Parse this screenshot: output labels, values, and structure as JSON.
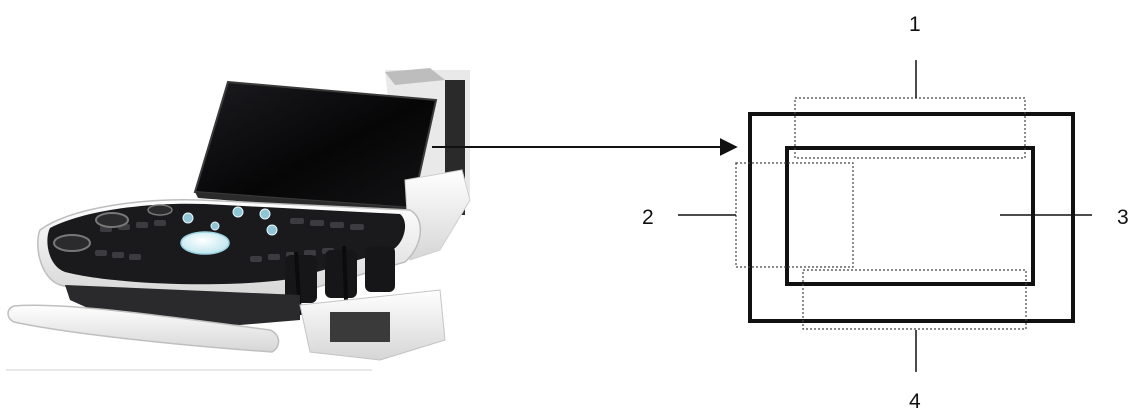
{
  "callouts": {
    "c1": "1",
    "c2": "2",
    "c3": "3",
    "c4": "4"
  },
  "colors": {
    "ink": "#111111",
    "screen": "#0c0c0e",
    "console_body": "#1b1b1e",
    "shell": "#f2f2f2",
    "shell_shadow": "#c9c9c9",
    "trackball": "#dff4f8",
    "knob": "#8fc6d6"
  },
  "icons": [
    "ultrasound-machine-photo",
    "arrow-right-icon"
  ]
}
